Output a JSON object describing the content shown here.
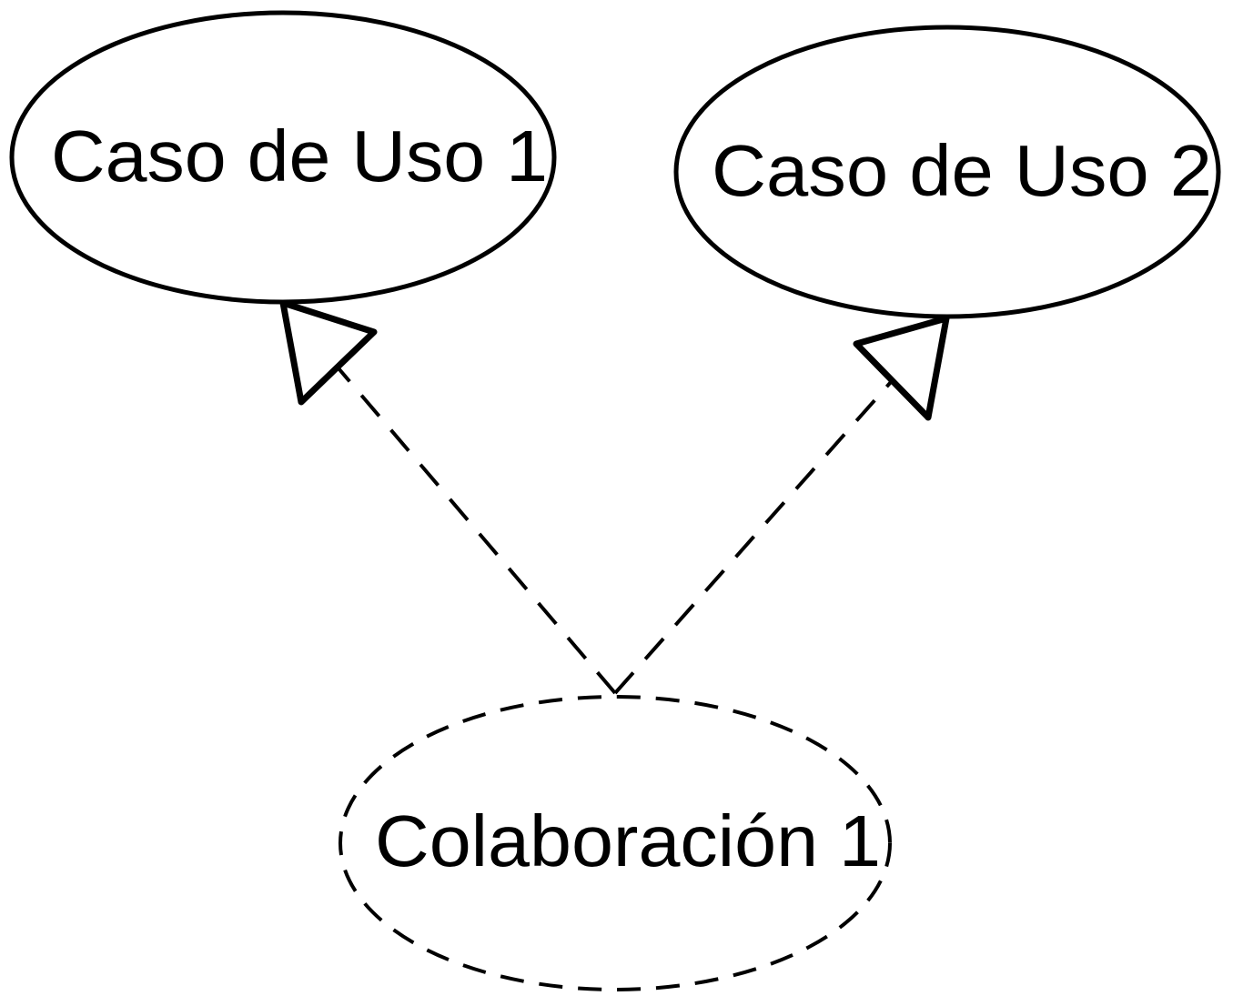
{
  "diagram": {
    "nodes": {
      "use_case_1": {
        "label": "Caso de Uso 1"
      },
      "use_case_2": {
        "label": "Caso de Uso 2"
      },
      "collaboration_1": {
        "label": "Colaboración 1"
      }
    },
    "relations": [
      {
        "from": "collaboration_1",
        "to": "use_case_1",
        "kind": "realization"
      },
      {
        "from": "collaboration_1",
        "to": "use_case_2",
        "kind": "realization"
      }
    ],
    "stroke_color": "#000000",
    "background_color": "#ffffff"
  }
}
